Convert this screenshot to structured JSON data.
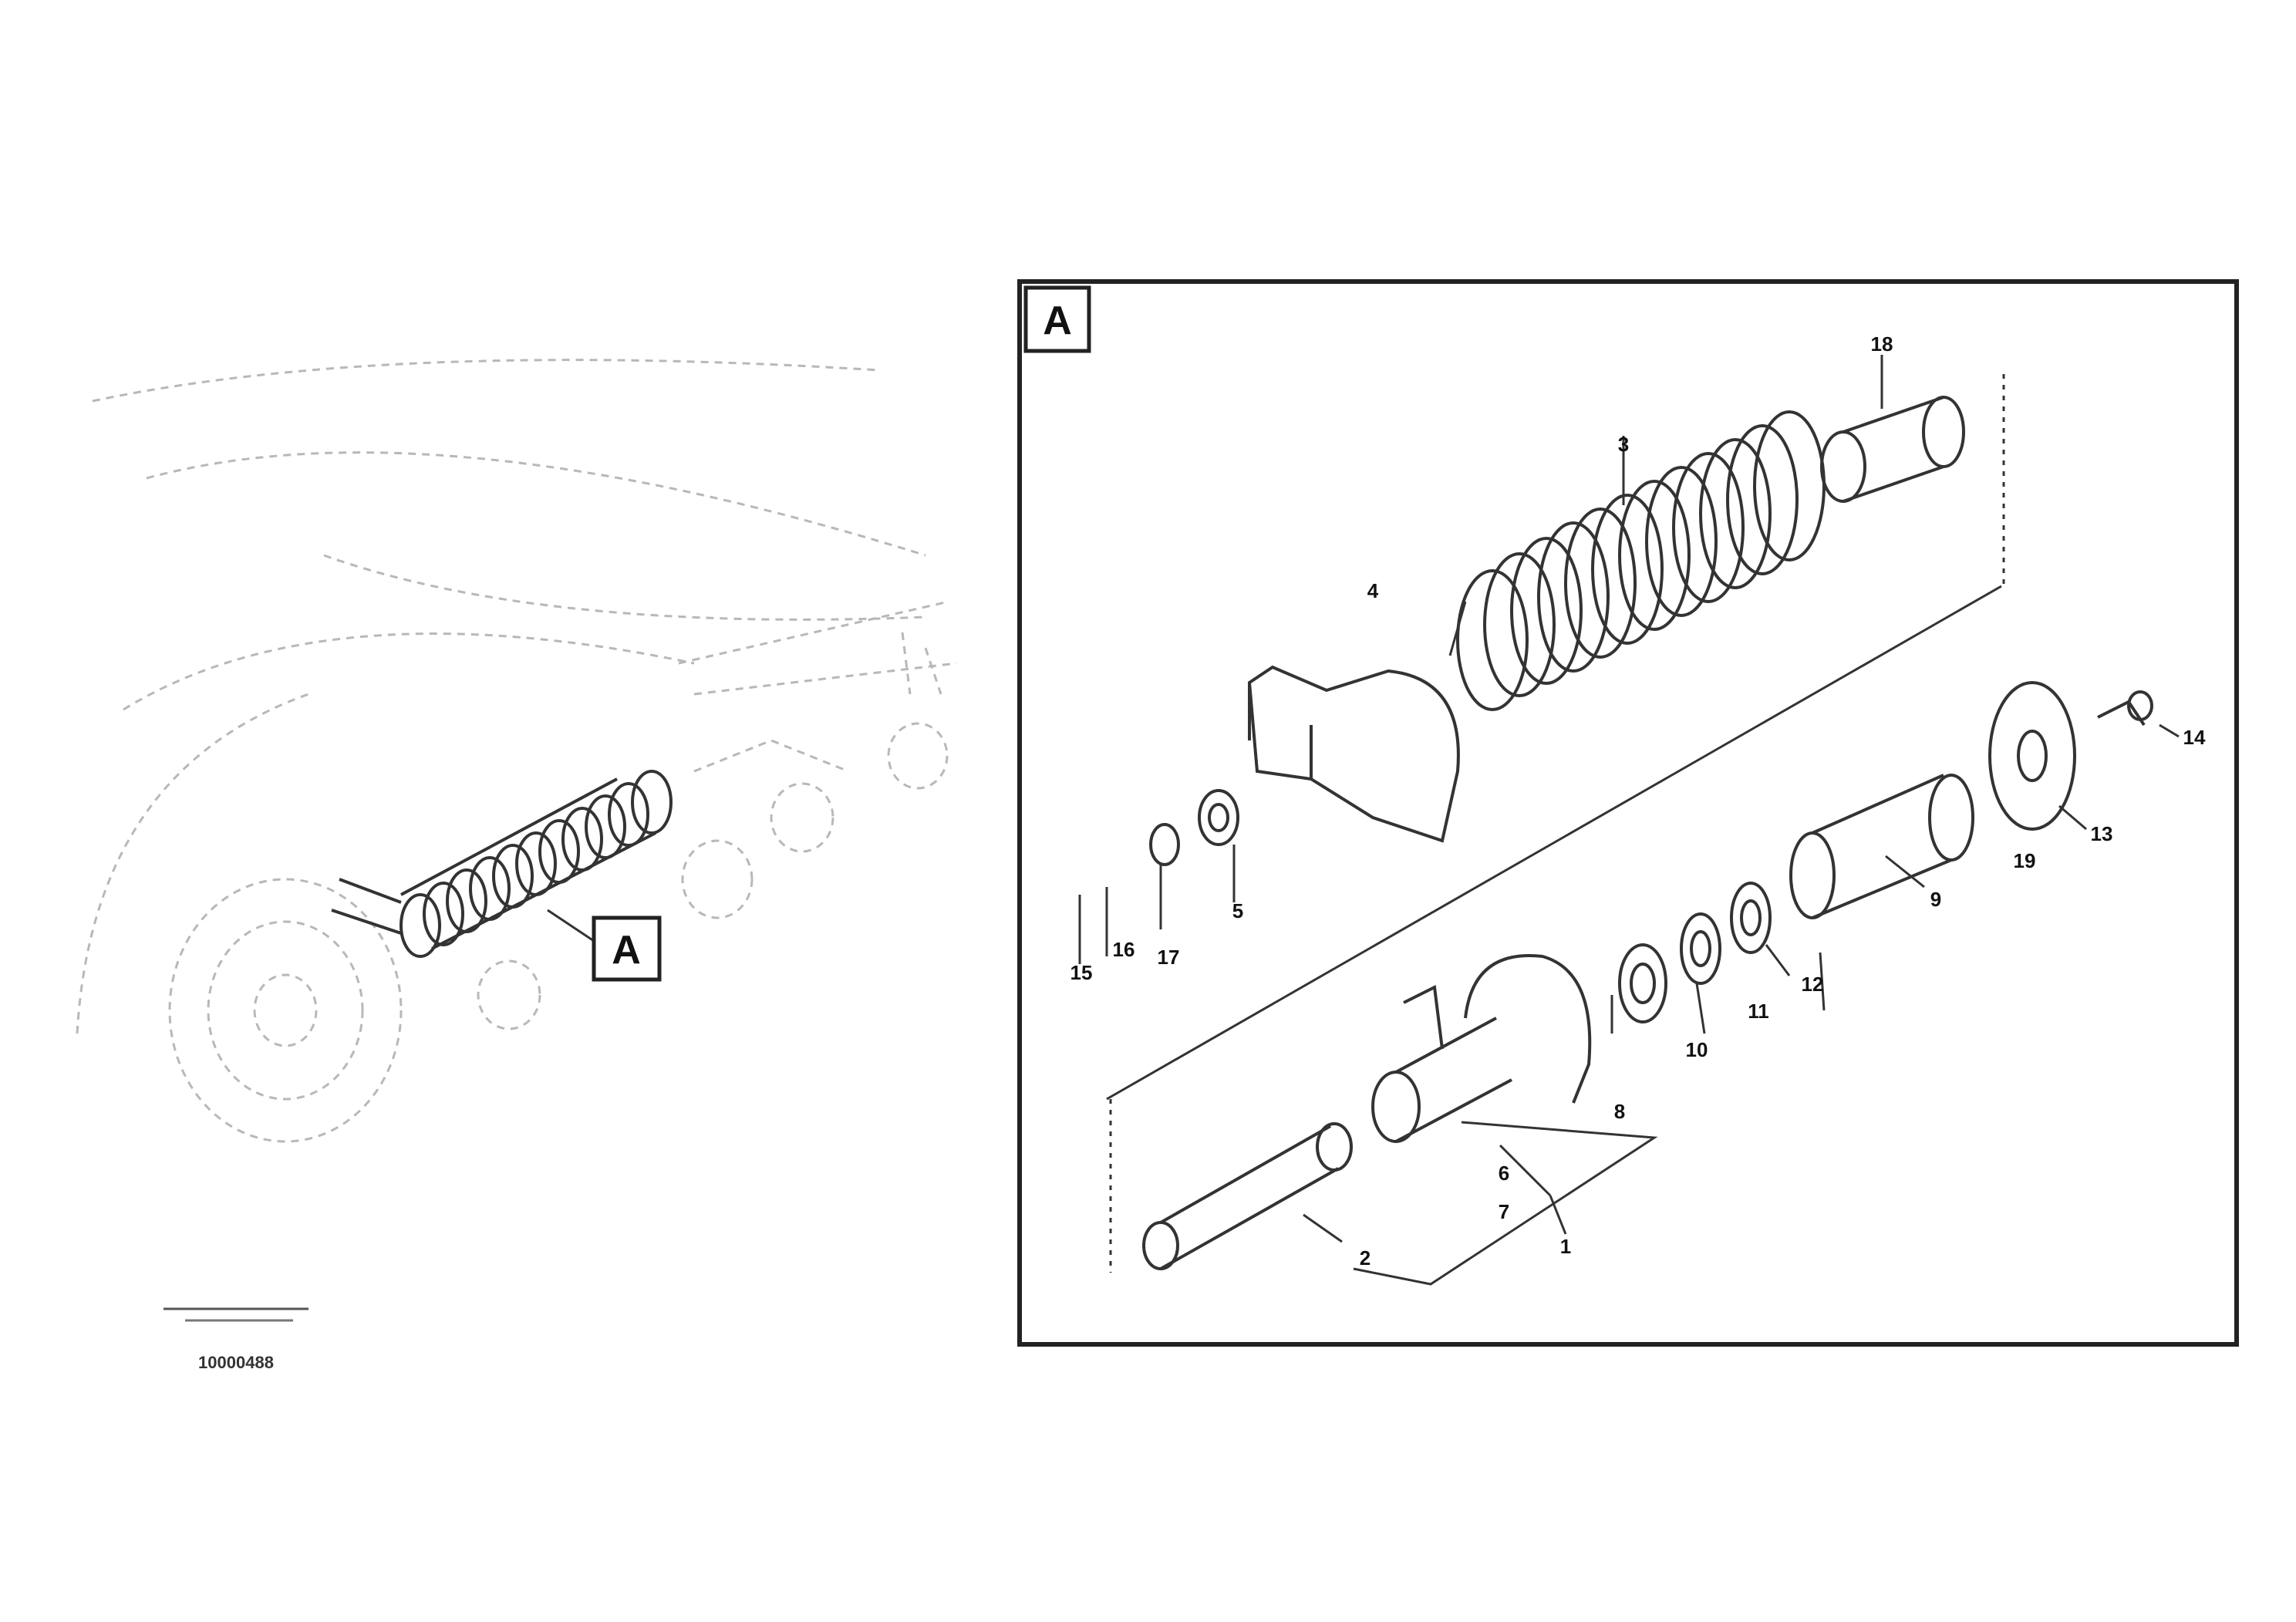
{
  "overview": {
    "callout_letter": "A",
    "code": "10000488"
  },
  "detail": {
    "box_letter": "A",
    "part_labels": {
      "p1": "1",
      "p2": "2",
      "p3": "3",
      "p4": "4",
      "p5": "5",
      "p6": "6",
      "p7": "7",
      "p8": "8",
      "p9": "9",
      "p10": "10",
      "p11": "11",
      "p12": "12",
      "p13": "13",
      "p14": "14",
      "p15": "15",
      "p16": "16",
      "p17": "17",
      "p18": "18",
      "p19": "19"
    }
  }
}
